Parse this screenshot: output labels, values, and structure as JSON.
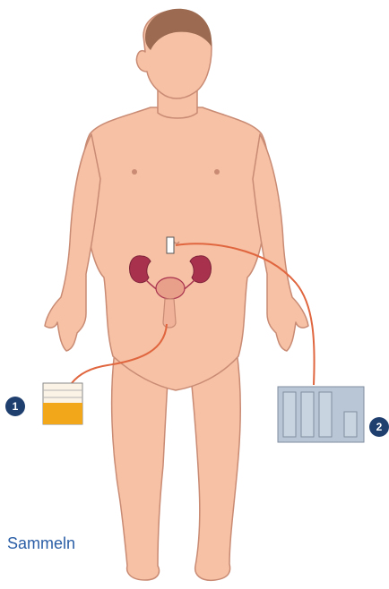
{
  "labels": {
    "caption": "Sammeln"
  },
  "markers": [
    {
      "number": "1"
    },
    {
      "number": "2"
    }
  ],
  "colors": {
    "skin": "#f6c1a5",
    "skin_outline": "#c98b74",
    "kidney": "#a8324e",
    "tube": "#e0663f",
    "urine": "#f2a71b",
    "device": "#b9c6d5",
    "badge": "#1f3f6f",
    "caption": "#2a5ea6"
  }
}
